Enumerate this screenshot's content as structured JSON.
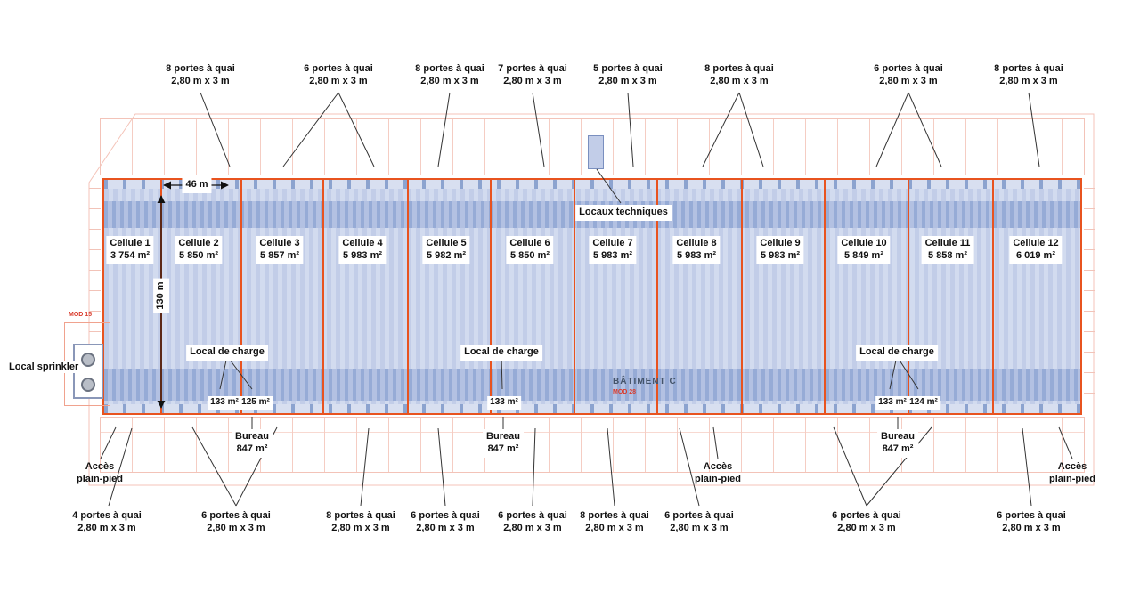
{
  "title": {
    "batiment": "BÂTIMENT C",
    "mod_15": "MOD 15",
    "mod_28": "MOD 28"
  },
  "dimensions": {
    "width": "46 m",
    "depth": "130 m"
  },
  "cells": [
    {
      "name": "Cellule 1",
      "area": "3 754 m²"
    },
    {
      "name": "Cellule 2",
      "area": "5 850 m²"
    },
    {
      "name": "Cellule 3",
      "area": "5 857 m²"
    },
    {
      "name": "Cellule 4",
      "area": "5 983 m²"
    },
    {
      "name": "Cellule 5",
      "area": "5 982 m²"
    },
    {
      "name": "Cellule 6",
      "area": "5 850 m²"
    },
    {
      "name": "Cellule 7",
      "area": "5 983 m²"
    },
    {
      "name": "Cellule 8",
      "area": "5 983 m²"
    },
    {
      "name": "Cellule 9",
      "area": "5 983 m²"
    },
    {
      "name": "Cellule 10",
      "area": "5 849 m²"
    },
    {
      "name": "Cellule 11",
      "area": "5 858 m²"
    },
    {
      "name": "Cellule 12",
      "area": "6 019 m²"
    }
  ],
  "top_docks": [
    {
      "count": "8 portes à quai",
      "size": "2,80 m x 3 m"
    },
    {
      "count": "6 portes à quai",
      "size": "2,80 m x 3 m"
    },
    {
      "count": "8 portes à quai",
      "size": "2,80 m x 3 m"
    },
    {
      "count": "7 portes à quai",
      "size": "2,80 m x 3 m"
    },
    {
      "count": "5 portes à quai",
      "size": "2,80 m x 3 m"
    },
    {
      "count": "8 portes à quai",
      "size": "2,80 m x 3 m"
    },
    {
      "count": "6 portes à quai",
      "size": "2,80 m x 3 m"
    },
    {
      "count": "8 portes à quai",
      "size": "2,80 m x 3 m"
    }
  ],
  "bottom_docks": [
    {
      "count": "4 portes à quai",
      "size": "2,80 m x 3 m"
    },
    {
      "count": "6 portes à quai",
      "size": "2,80 m x 3 m"
    },
    {
      "count": "8 portes à quai",
      "size": "2,80 m x 3 m"
    },
    {
      "count": "6 portes à quai",
      "size": "2,80 m x 3 m"
    },
    {
      "count": "6 portes à quai",
      "size": "2,80 m x 3 m"
    },
    {
      "count": "8 portes à quai",
      "size": "2,80 m x 3 m"
    },
    {
      "count": "6 portes à quai",
      "size": "2,80 m x 3 m"
    },
    {
      "count": "6 portes à quai",
      "size": "2,80 m x 3 m"
    },
    {
      "count": "6 portes à quai",
      "size": "2,80 m x 3 m"
    }
  ],
  "rooms": {
    "locaux_techniques": "Locaux techniques",
    "local_sprinkler": "Local sprinkler",
    "charge_label": "Local de charge",
    "charge_groups": [
      {
        "areas": [
          "133 m²",
          "125 m²"
        ]
      },
      {
        "areas": [
          "133 m²"
        ]
      },
      {
        "areas": [
          "133 m²",
          "124 m²"
        ]
      }
    ],
    "bureau_label": "Bureau",
    "bureau_area": "847 m²"
  },
  "access": {
    "line1": "Accès",
    "line2": "plain-pied"
  },
  "colors": {
    "building_outline": "#e8531f",
    "building_fill": "#c2cde8",
    "building_band": "#96abd6",
    "apron_pink": "#f3c3b8",
    "annotation_line": "#333333",
    "red_label": "#d93a2b",
    "title_blue": "#44546a"
  }
}
